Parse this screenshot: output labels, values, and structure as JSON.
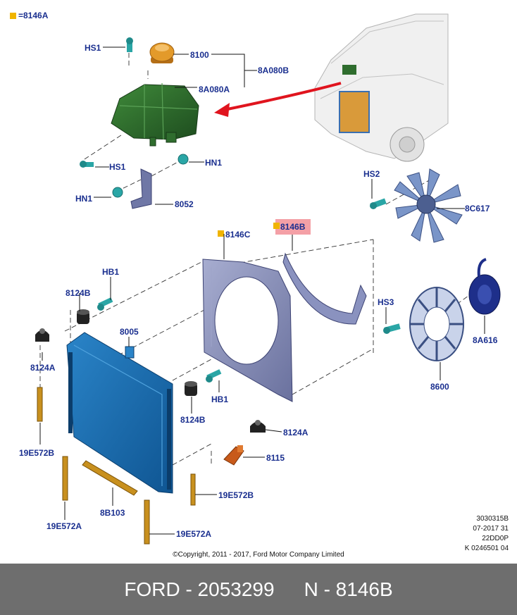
{
  "legend": {
    "text": "=8146A",
    "swatch_color": "#f0b400"
  },
  "labels": {
    "hs1_top": "HS1",
    "p8100": "8100",
    "p8a080b": "8A080B",
    "p8a080a": "8A080A",
    "hs1_bottom": "HS1",
    "hn1_right": "HN1",
    "hn1_left": "HN1",
    "p8052": "8052",
    "hs2": "HS2",
    "p8c617": "8C617",
    "p8146c": "8146C",
    "p8146b": "8146B",
    "hb1_top": "HB1",
    "p8124b_top": "8124B",
    "p8005": "8005",
    "p8124a_left": "8124A",
    "hs3": "HS3",
    "p8a616": "8A616",
    "p8600": "8600",
    "hb1_bottom": "HB1",
    "p8124b_bottom": "8124B",
    "p8124a_right": "8124A",
    "p8115": "8115",
    "p19e572b_left": "19E572B",
    "p19e572b_right": "19E572B",
    "p8b103": "8B103",
    "p19e572a_left": "19E572A",
    "p19e572a_right": "19E572A"
  },
  "ref_codes": [
    "3030315B",
    "07-2017 31",
    "22DD0P",
    "K 0246501 04"
  ],
  "copyright": "©Copyright, 2011 - 2017, Ford Motor Company Limited",
  "footer": {
    "brand_part": "FORD - 2053299",
    "name_part": "N - 8146B",
    "background": "#6e6e6e"
  },
  "colors": {
    "label": "#1a2f8f",
    "radiator": "#1a6fb5",
    "shroud": "#8088b8",
    "fan": "#7a95c8",
    "reservoir": "#2f6d2e",
    "cap": "#e39a2a",
    "highlight": "#f4a0a6",
    "arrow": "#e0141e",
    "fastener": "#2aa6a6",
    "hose": "#c8901e"
  }
}
